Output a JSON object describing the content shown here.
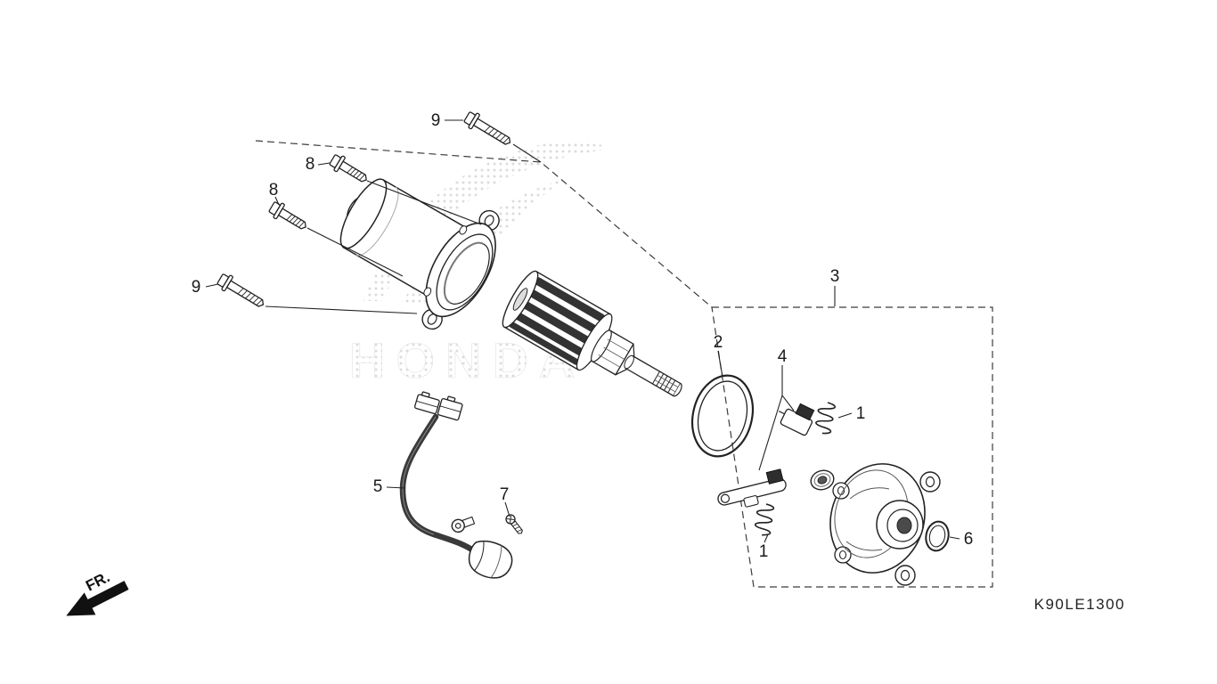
{
  "diagram": {
    "code": "K90LE1300",
    "direction_label": "FR.",
    "watermark_text": "HONDA",
    "callouts": {
      "n1a": "1",
      "n1b": "1",
      "n2": "2",
      "n3": "3",
      "n4": "4",
      "n5": "5",
      "n6": "6",
      "n7": "7",
      "n8a": "8",
      "n8b": "8",
      "n9a": "9",
      "n9b": "9"
    },
    "colors": {
      "background": "#ffffff",
      "line": "#222222",
      "dark_part": "#2e2e2e",
      "watermark": "#dcdcdc"
    }
  }
}
